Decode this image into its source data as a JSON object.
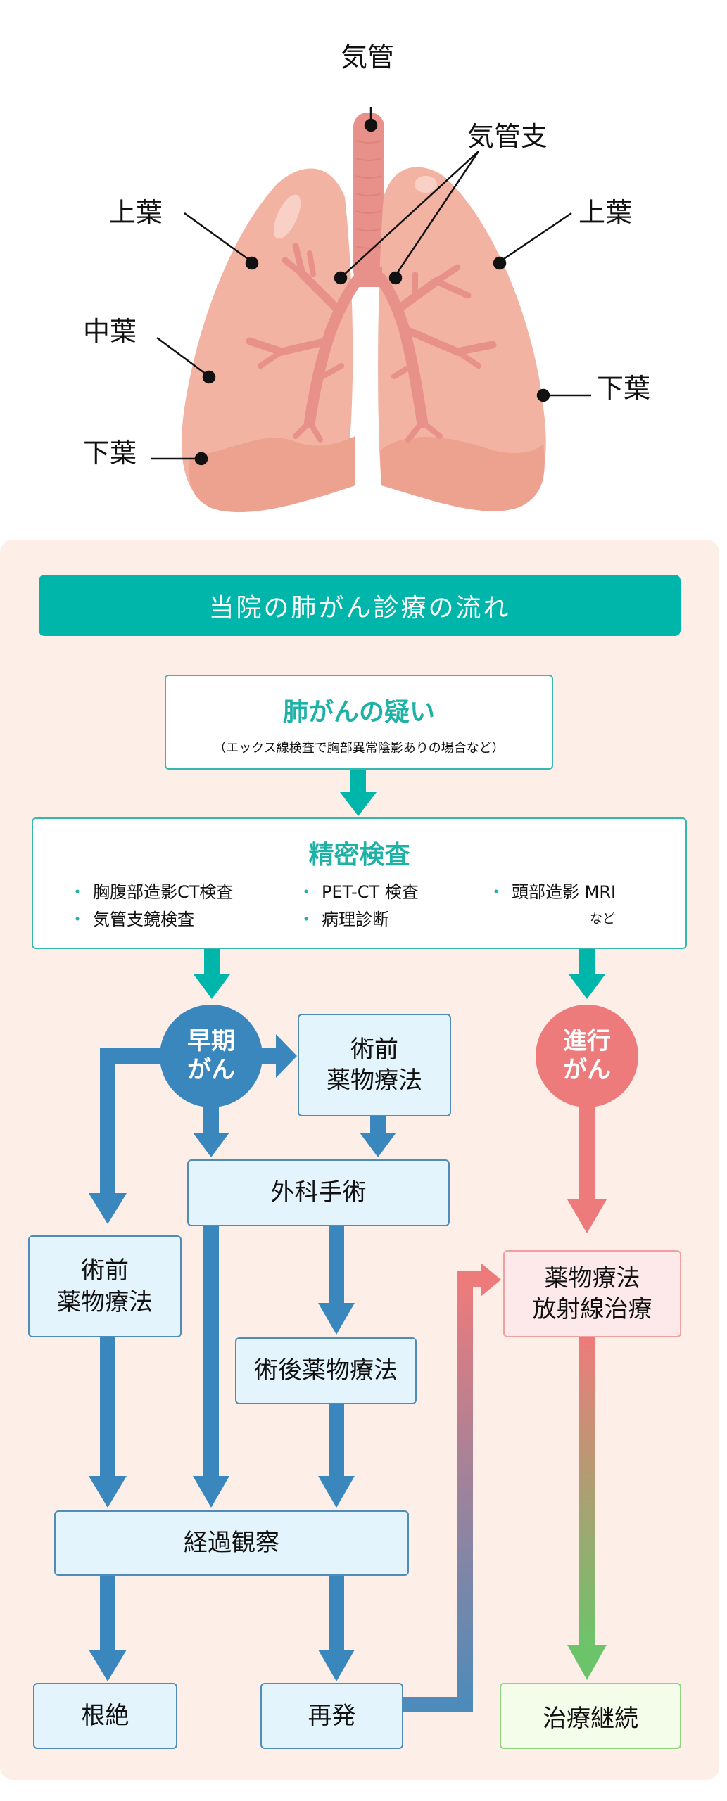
{
  "anatomy": {
    "labels": {
      "trachea": "気管",
      "bronchi": "気管支",
      "upper_lobe_left": "上葉",
      "upper_lobe_right": "上葉",
      "middle_lobe": "中葉",
      "lower_lobe_left": "下葉",
      "lower_lobe_right": "下葉"
    },
    "colors": {
      "lung": "#f2b3a3",
      "airway": "#e8918a",
      "lower_shade": "#eda28f"
    }
  },
  "flow": {
    "title": "当院の肺がん診療の流れ",
    "suspicion": {
      "title": "肺がんの疑い",
      "note": "（エックス線検査で胸部異常陰影ありの場合など）"
    },
    "exam": {
      "title": "精密検査",
      "items": [
        "胸腹部造影CT検査",
        "PET-CT 検査",
        "頭部造影 MRI",
        "気管支鏡検査",
        "病理診断"
      ],
      "etc": "など"
    },
    "early": {
      "line1": "早期",
      "line2": "がん"
    },
    "advanced": {
      "line1": "進行",
      "line2": "がん"
    },
    "preop_right": {
      "line1": "術前",
      "line2": "薬物療法"
    },
    "preop_left": {
      "line1": "術前",
      "line2": "薬物療法"
    },
    "surgery": "外科手術",
    "postop": "術後薬物療法",
    "observation": "経過観察",
    "cure": "根絶",
    "recurrence": "再発",
    "drug_radiation": {
      "line1": "薬物療法",
      "line2": "放射線治療"
    },
    "continue": "治療継続",
    "colors": {
      "teal": "#00b5a9",
      "blue": "#3a87bd",
      "red": "#ee7b7b",
      "green": "#6cc46a",
      "panel": "#fdefe7"
    }
  }
}
